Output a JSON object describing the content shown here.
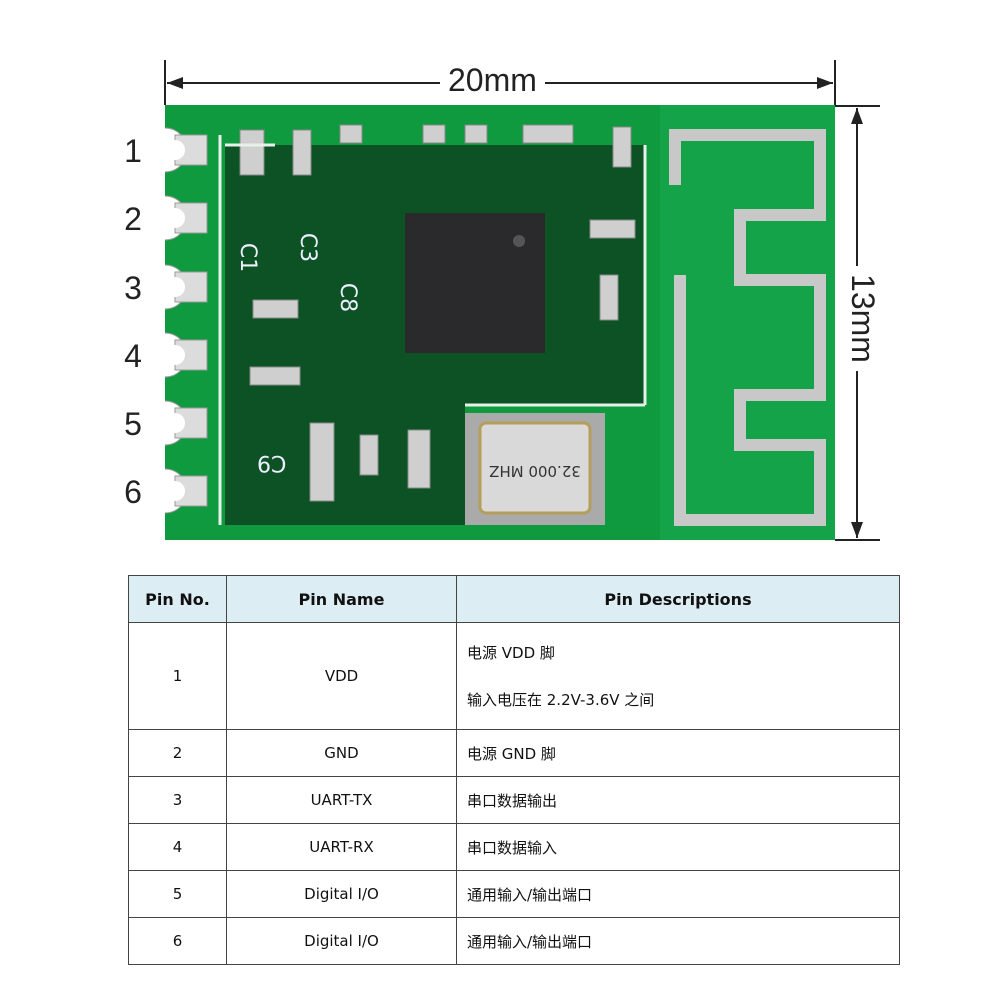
{
  "dimensions": {
    "width_label": "20mm",
    "height_label": "13mm"
  },
  "pin_numbers": [
    "1",
    "2",
    "3",
    "4",
    "5",
    "6"
  ],
  "board": {
    "crystal_text": "32.000 MHZ",
    "silkscreen_labels": [
      "C1",
      "C3",
      "C8",
      "C9"
    ],
    "colors": {
      "pcb": "#0f9a3f",
      "antenna_area": "#15a34a",
      "trace_silver": "#c8c8c8",
      "chip": "#2a2a2c"
    }
  },
  "table": {
    "headers": [
      "Pin No.",
      "Pin Name",
      "Pin Descriptions"
    ],
    "rows": [
      {
        "no": "1",
        "name": "VDD",
        "desc": [
          "电源 VDD 脚",
          "输入电压在 2.2V-3.6V 之间"
        ]
      },
      {
        "no": "2",
        "name": "GND",
        "desc": [
          "电源 GND 脚"
        ]
      },
      {
        "no": "3",
        "name": "UART-TX",
        "desc": [
          "串口数据输出"
        ]
      },
      {
        "no": "4",
        "name": "UART-RX",
        "desc": [
          "串口数据输入"
        ]
      },
      {
        "no": "5",
        "name": "Digital I/O",
        "desc": [
          "通用输入/输出端口"
        ]
      },
      {
        "no": "6",
        "name": "Digital I/O",
        "desc": [
          "通用输入/输出端口"
        ]
      }
    ],
    "header_bg": "#dcedf4"
  }
}
